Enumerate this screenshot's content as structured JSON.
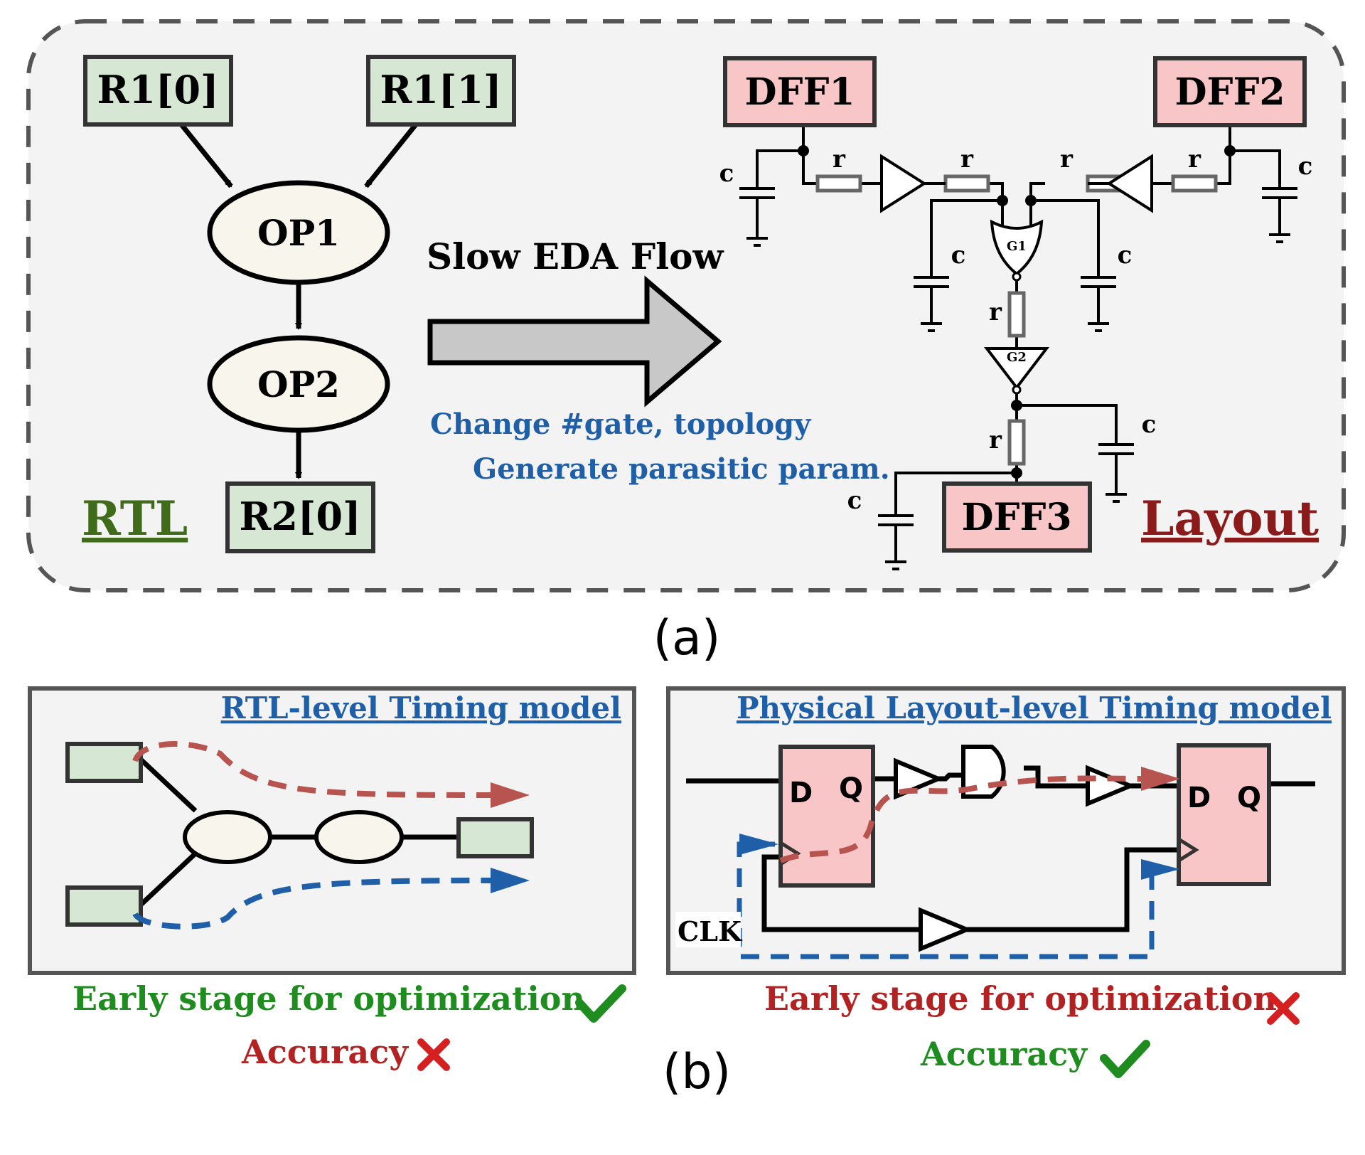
{
  "panel_a": {
    "caption": "(a)",
    "rtl": {
      "label": "RTL",
      "inputs": [
        "R1[0]",
        "R1[1]"
      ],
      "ops": [
        "OP1",
        "OP2"
      ],
      "output": "R2[0]"
    },
    "flow": {
      "title": "Slow EDA Flow",
      "note1": "Change #gate, topology",
      "note2": "Generate parasitic param."
    },
    "layout": {
      "label": "Layout",
      "dffs": [
        "DFF1",
        "DFF2",
        "DFF3"
      ],
      "gates": [
        "G1",
        "G2"
      ],
      "resistor_label": "r",
      "capacitor_label": "c"
    }
  },
  "panel_b": {
    "caption": "(b)",
    "left": {
      "title": "RTL-level Timing model",
      "early_stage": "Early stage for optimization",
      "accuracy": "Accuracy"
    },
    "right": {
      "title": "Physical Layout-level Timing model",
      "pin_d": "D",
      "pin_q": "Q",
      "clk": "CLK",
      "early_stage": "Early stage for optimization",
      "accuracy": "Accuracy"
    }
  },
  "colors": {
    "rtl_green": "#3f6b1a",
    "layout_red": "#8b1a1a",
    "note_blue": "#1f5fa8",
    "good_green": "#1e8c1e",
    "bad_red": "#b22222",
    "box_green": "#d6e8d4",
    "box_pink": "#f8c6c6",
    "op_fill": "#f8f6ec",
    "panel_bg": "#f3f3f3"
  },
  "icons": [
    "check-icon",
    "cross-icon"
  ]
}
